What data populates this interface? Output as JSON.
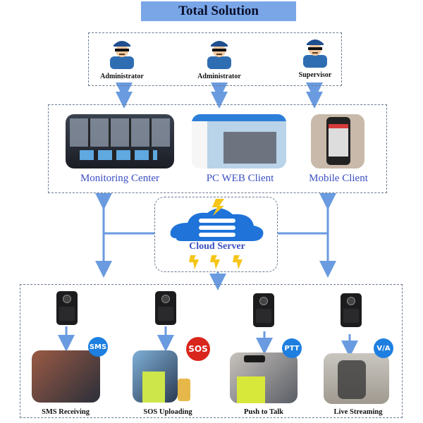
{
  "title": "Total Solution",
  "users": [
    {
      "label": "Administrator",
      "icon": "police-officer-icon"
    },
    {
      "label": "Administrator",
      "icon": "police-officer-icon"
    },
    {
      "label": "Supervisor",
      "icon": "police-officer-icon"
    }
  ],
  "clients": [
    {
      "label": "Monitoring Center",
      "image": "monitoring-center-photo"
    },
    {
      "label": "PC WEB Client",
      "image": "pc-web-client-screenshot"
    },
    {
      "label": "Mobile Client",
      "image": "mobile-client-photo"
    }
  ],
  "cloud": {
    "label": "Cloud Server",
    "icon": "cloud-server-icon"
  },
  "functions": [
    {
      "label": "SMS Receiving",
      "badge": "SMS",
      "badge_color": "#1e7fe0",
      "device": "body-camera-icon"
    },
    {
      "label": "SOS Uploading",
      "badge": "SOS",
      "badge_color": "#d9261c",
      "device": "body-camera-icon"
    },
    {
      "label": "Push to Talk",
      "badge": "PTT",
      "badge_color": "#1e7fe0",
      "device": "body-camera-icon"
    },
    {
      "label": "Live Streaming",
      "badge": "V/A",
      "badge_color": "#1e7fe0",
      "device": "body-camera-icon"
    }
  ],
  "colors": {
    "accent": "#7aa6e8",
    "arrow": "#6a9be0",
    "label_blue": "#3a4fc2",
    "cloud": "#1f73d9",
    "bolt": "#f5c518"
  }
}
